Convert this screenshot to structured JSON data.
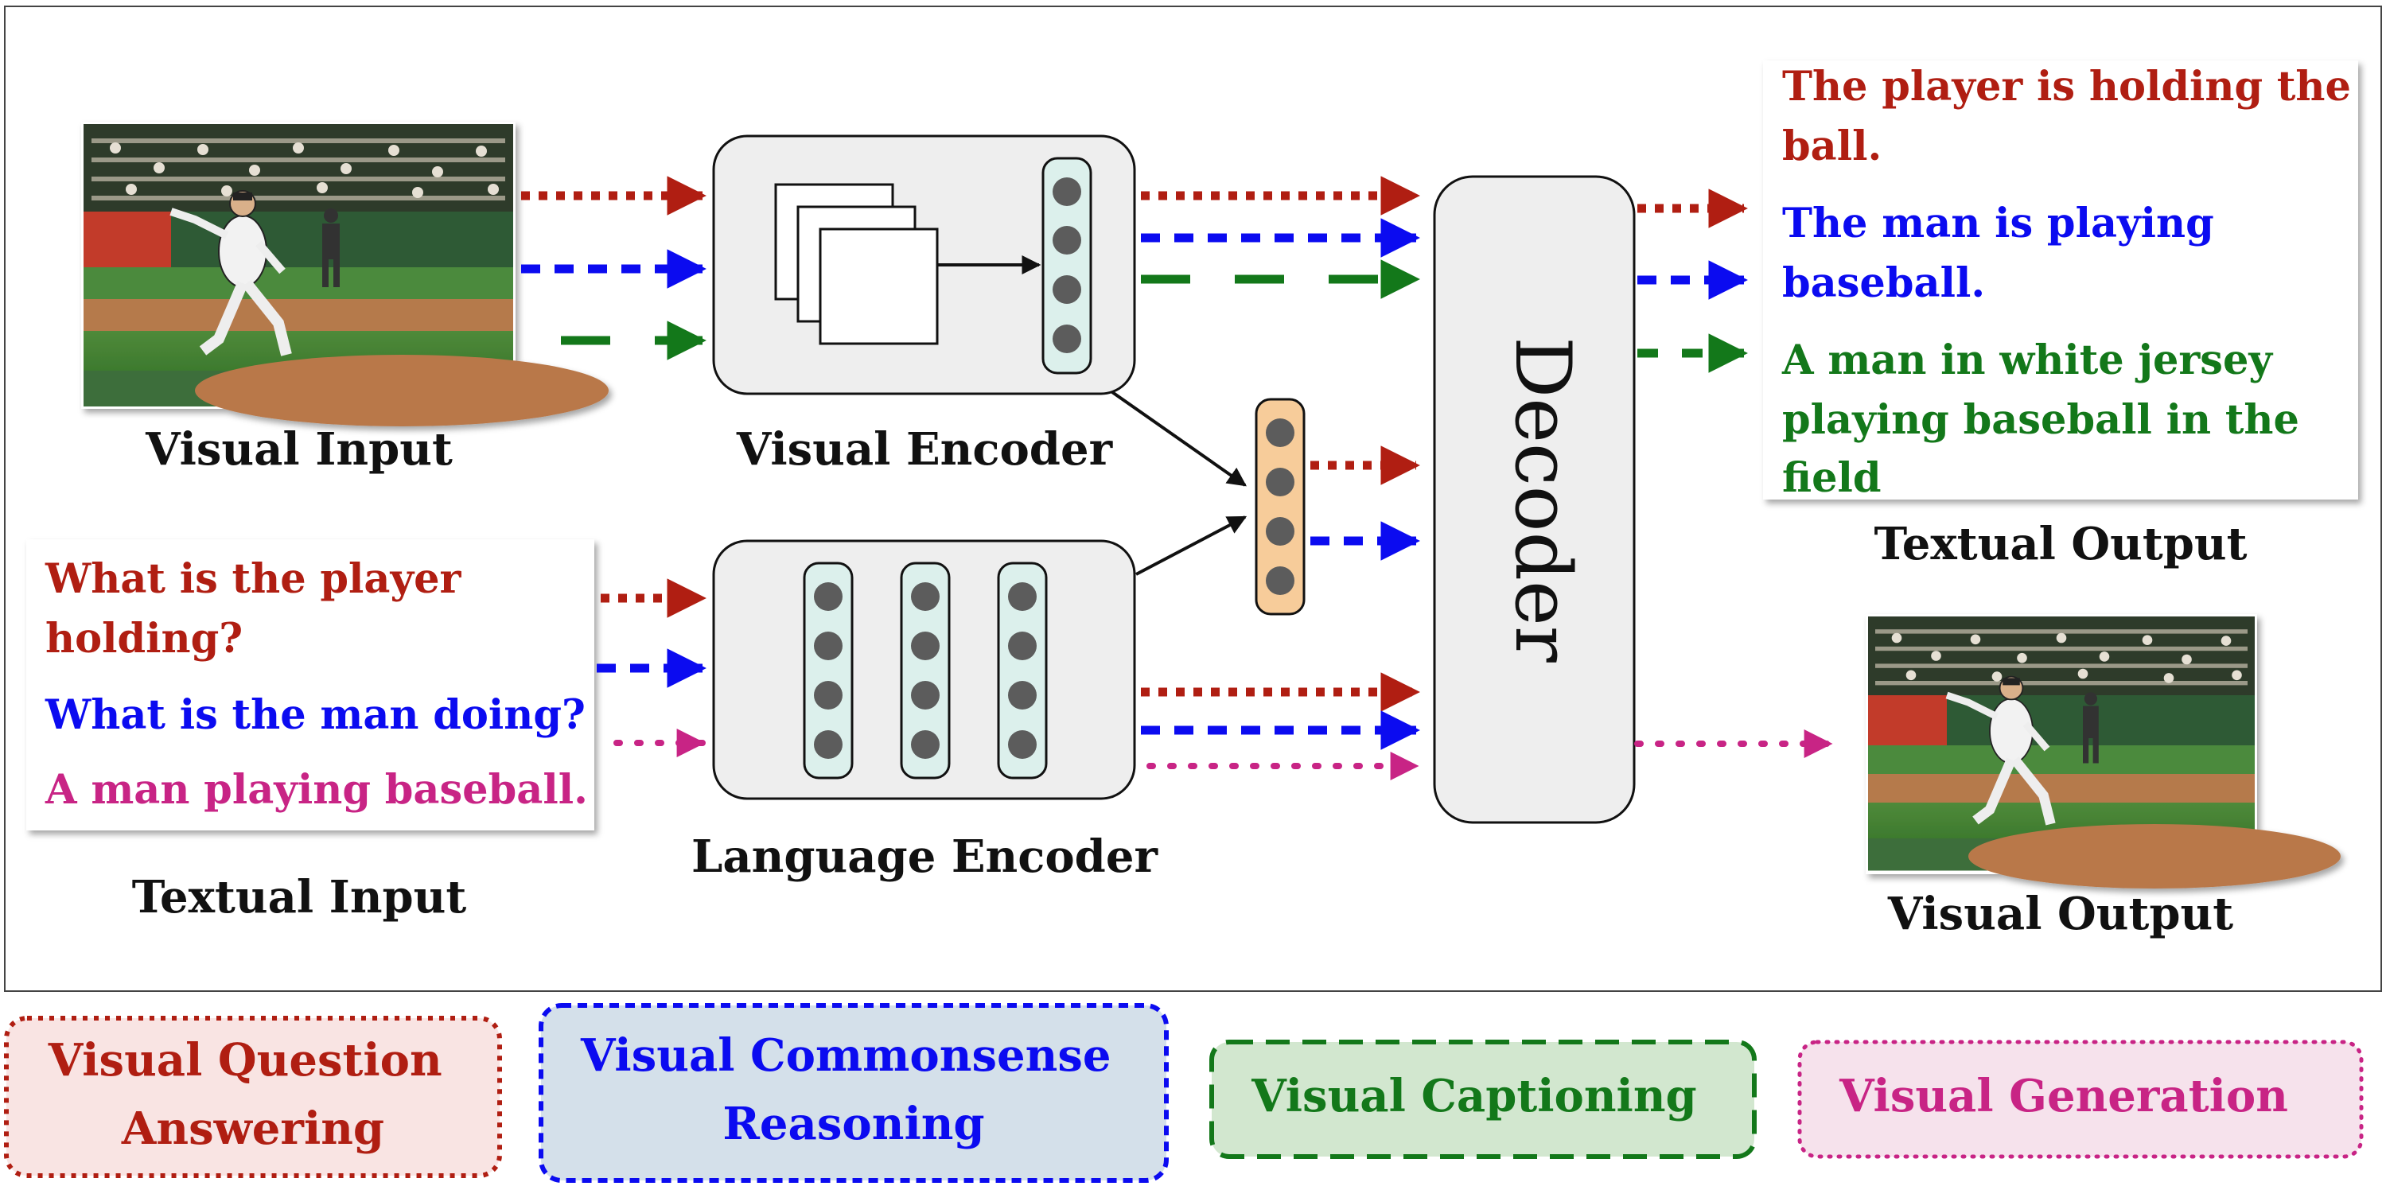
{
  "colors": {
    "red": "#b01e12",
    "blue": "#0b0bf0",
    "green": "#13781a",
    "magenta": "#c82485",
    "black": "#111111",
    "encoder_fill": "#eeeeee",
    "vector_fill": "#dcf0ec",
    "fused_fill": "#f7cc9a",
    "node_fill": "#5c5c5c",
    "vqa_bg": "#f9e4e3",
    "vcr_bg": "#d4e0ea",
    "cap_bg": "#d2e7cf",
    "gen_bg": "#f6e2ec"
  },
  "labels": {
    "visual_input": "Visual Input",
    "visual_encoder": "Visual Encoder",
    "textual_output": "Textual Output",
    "textual_input": "Textual Input",
    "language_encoder": "Language Encoder",
    "visual_output": "Visual Output",
    "decoder": "Decoder"
  },
  "textual_input": {
    "q1_line1": "What is the player",
    "q1_line2": "holding?",
    "q2": "What is the man doing?",
    "q3": "A man playing baseball."
  },
  "textual_output": {
    "a1_line1": "The player is holding the",
    "a1_line2": "ball.",
    "a2_line1": "The man is playing",
    "a2_line2": "baseball.",
    "a3_line1": "A man in white jersey",
    "a3_line2": "playing baseball in the",
    "a3_line3": "field"
  },
  "tasks": {
    "vqa_line1": "Visual Question",
    "vqa_line2": "Answering",
    "vcr_line1": "Visual Commonsense",
    "vcr_line2": "Reasoning",
    "captioning": "Visual Captioning",
    "generation": "Visual Generation"
  },
  "images": {
    "input": "baseball-pitcher-photo",
    "output": "baseball-pitcher-photo"
  }
}
